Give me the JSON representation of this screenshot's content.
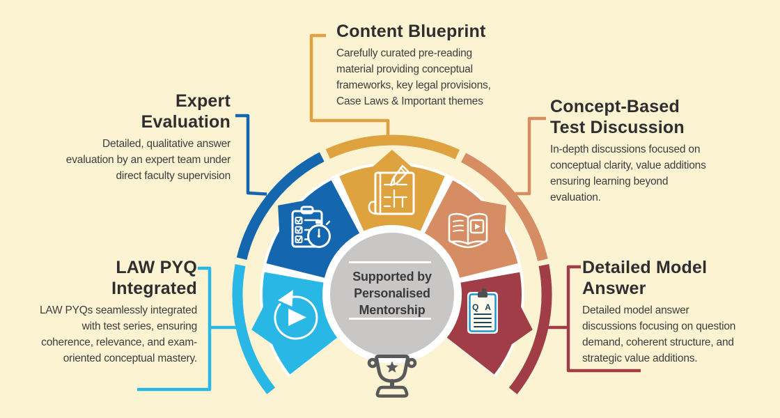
{
  "background_color": "#FBF3D1",
  "backdrop_color": "#FFFFFF",
  "text_colors": {
    "title": "#2E2E30",
    "body": "#3D3D3F"
  },
  "center_badge": {
    "lines": [
      "Supported by",
      "Personalised",
      "Mentorship"
    ],
    "circle_color": "#C8C7C5",
    "rule_color": "#FFFFFF",
    "text_color": "#3A3A3C"
  },
  "trophy": {
    "color": "#58595B"
  },
  "features": [
    {
      "id": "law-pyq-integrated",
      "color": "#29B8E5",
      "title_lines": [
        "LAW PYQ",
        "Integrated"
      ],
      "desc_lines": [
        "LAW PYQs seamlessly integrated",
        "with test series, ensuring",
        "coherence, relevance, and exam-",
        "oriented conceptual mastery."
      ],
      "icon": "replay-icon"
    },
    {
      "id": "expert-evaluation",
      "color": "#1466AF",
      "title_lines": [
        "Expert",
        "Evaluation"
      ],
      "desc_lines": [
        "Detailed, qualitative answer",
        "evaluation by an expert team under",
        "direct faculty supervision"
      ],
      "icon": "checklist-stopwatch-icon"
    },
    {
      "id": "content-blueprint",
      "color": "#DEA33F",
      "title_lines": [
        "Content Blueprint"
      ],
      "desc_lines": [
        "Carefully curated pre-reading",
        "material providing conceptual",
        "frameworks, key legal provisions,",
        "Case Laws & Important themes"
      ],
      "icon": "blueprint-pencil-icon"
    },
    {
      "id": "concept-based-test-discussion",
      "color": "#D78D63",
      "title_lines": [
        "Concept-Based",
        "Test Discussion"
      ],
      "desc_lines": [
        "In-depth discussions focused on",
        "conceptual clarity, value additions",
        "ensuring learning beyond",
        "evaluation."
      ],
      "icon": "book-play-icon"
    },
    {
      "id": "detailed-model-answer",
      "color": "#A03D47",
      "title_lines": [
        "Detailed Model",
        "Answer"
      ],
      "desc_lines": [
        "Detailed model answer",
        "discussions focusing on question",
        "demand, coherent structure, and",
        "strategic value additions."
      ],
      "icon": "qa-clipboard-icon"
    }
  ],
  "icon_labels": {
    "qa": "Q A"
  }
}
